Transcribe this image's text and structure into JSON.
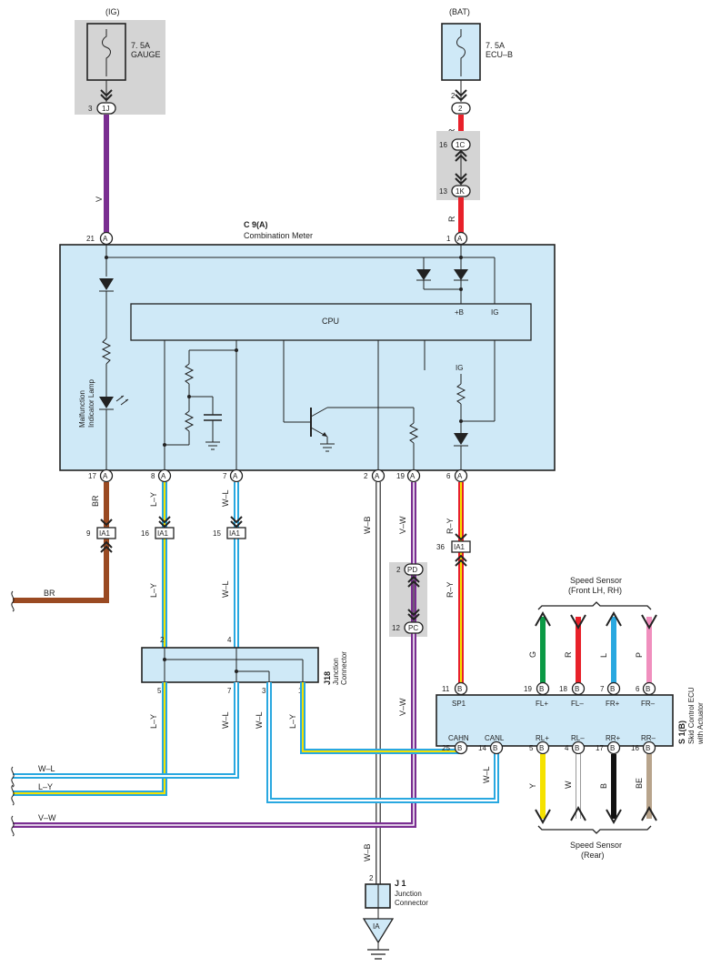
{
  "fuses": {
    "ig": {
      "source": "(IG)",
      "rating": "7. 5A",
      "name": "GAUGE"
    },
    "bat": {
      "source": "(BAT)",
      "rating": "7. 5A",
      "name": "ECU–B"
    }
  },
  "connectors": {
    "c9a": {
      "title": "C 9(A)",
      "desc": "Combination Meter"
    },
    "j18": {
      "title": "J18",
      "desc1": "Junction",
      "desc2": "Connector"
    },
    "j1": {
      "title": "J 1",
      "desc1": "Junction",
      "desc2": "Connector"
    },
    "s1b": {
      "title": "S 1(B)",
      "desc1": "Skid Control ECU",
      "desc2": "with Actuator"
    },
    "ia": "IA",
    "ia1": "IA1",
    "1j": "1J",
    "1c": "1C",
    "1k": "1K",
    "pd": "PD",
    "pc": "PC",
    "a": "A",
    "b": "B"
  },
  "meter": {
    "cpu": "CPU",
    "plus_b": "+B",
    "ig": "IG",
    "ig2": "IG",
    "mil_line1": "Malfunction",
    "mil_line2": "Indicator Lamp"
  },
  "ecu_pins": {
    "sp1": "SP1",
    "fl_plus": "FL+",
    "fl_minus": "FL–",
    "fr_plus": "FR+",
    "fr_minus": "FR–",
    "cahn": "CAHN",
    "canl": "CANL",
    "rl_plus": "RL+",
    "rl_minus": "RL–",
    "rr_plus": "RR+",
    "rr_minus": "RR–"
  },
  "sensors": {
    "front_title": "Speed Sensor",
    "front_sub": "(Front LH, RH)",
    "rear_title": "Speed Sensor",
    "rear_sub": "(Rear)"
  },
  "wires": {
    "v": "V",
    "r": "R",
    "br": "BR",
    "ly": "L–Y",
    "wl": "W–L",
    "wb": "W–B",
    "vw": "V–W",
    "ry": "R–Y",
    "g": "G",
    "l": "L",
    "p": "P",
    "y": "Y",
    "w": "W",
    "b": "B",
    "be": "BE"
  },
  "pins": {
    "p1": "1",
    "p2": "2",
    "p3": "3",
    "p4": "4",
    "p5": "5",
    "p6": "6",
    "p7": "7",
    "p8": "8",
    "p9": "9",
    "p11": "11",
    "p12": "12",
    "p13": "13",
    "p14": "14",
    "p15": "15",
    "p16": "16",
    "p17": "17",
    "p18": "18",
    "p19": "19",
    "p21": "21",
    "p25": "25",
    "p36": "36"
  },
  "colors": {
    "violet": "#7a2e91",
    "red": "#e8212a",
    "brown": "#9a4a22",
    "blue": "#29a8e0",
    "yellow": "#f5e200",
    "green": "#0b9a45",
    "pink": "#f08fbe",
    "tan": "#b8a48c",
    "box": "#cfe9f7",
    "gray_zone": "#d4d4d4"
  }
}
